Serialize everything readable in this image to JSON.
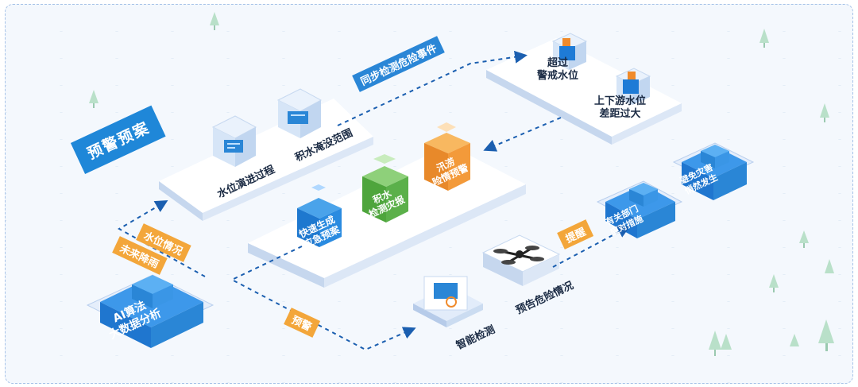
{
  "title": "预警预案",
  "platform_top": {
    "item1": "水位演进过程",
    "item2": "积水淹没范围"
  },
  "platform_right": {
    "item1_line1": "超过",
    "item1_line2": "警戒水位",
    "item2_line1": "上下游水位",
    "item2_line2": "差距过大"
  },
  "platform_mid": {
    "box1_line1": "快速生成",
    "box1_line2": "应急预案",
    "box2_line1": "积水",
    "box2_line2": "检测灾报",
    "box3_line1": "汛涝",
    "box3_line2": "险情预警"
  },
  "ai_box": {
    "line1": "AI算法",
    "line2": "大数据分析"
  },
  "flow_tags": {
    "sync": "同步检测危险事件",
    "water_level": "水位情况",
    "future_rain": "未来降雨",
    "alert": "预警",
    "remind": "提醒"
  },
  "nodes": {
    "smart_detect": "智能检测",
    "warn_danger": "预告危险情况",
    "dept_line1": "有关部门",
    "dept_line2": "应对措施",
    "avoid_line1": "避免灾害",
    "avoid_line2": "悄然发生"
  },
  "colors": {
    "blue": "#2a86d6",
    "orange": "#f3a63a",
    "green": "#5bb04a",
    "dark_blue": "#1b6fc0"
  }
}
